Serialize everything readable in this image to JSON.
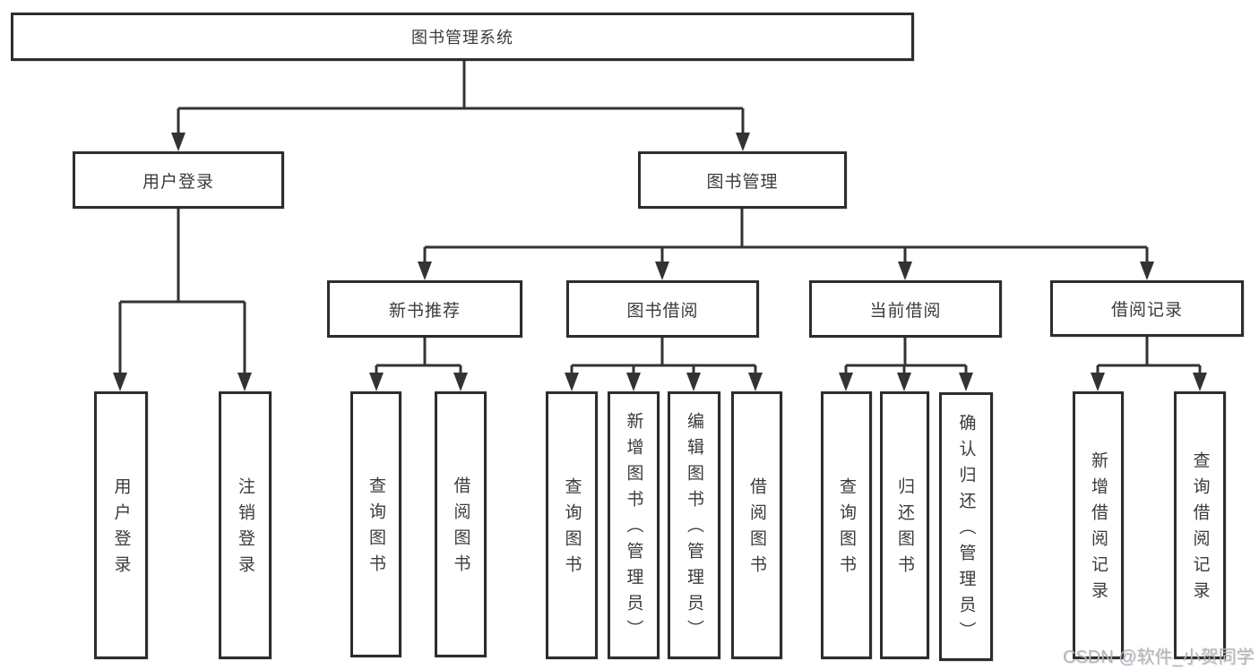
{
  "diagram": {
    "watermark": "CSDN @软件_小贺同学",
    "colors": {
      "background": "#ffffff",
      "line": "#333333",
      "box_border": "#2d2d2d",
      "text": "#3b3b3b",
      "watermark": "#b2b6bd"
    },
    "nodes": {
      "root": {
        "label": "图书管理系统"
      },
      "userLogin": {
        "label": "用户登录"
      },
      "bookMgmt": {
        "label": "图书管理"
      },
      "newBook": {
        "label": "新书推荐"
      },
      "bookBorrow": {
        "label": "图书借阅"
      },
      "currentBorrow": {
        "label": "当前借阅"
      },
      "borrowRecord": {
        "label": "借阅记录"
      },
      "leafUserLogin": {
        "label": "用户登录"
      },
      "leafLogout": {
        "label": "注销登录"
      },
      "nbQuery": {
        "label": "查询图书"
      },
      "nbBorrow": {
        "label": "借阅图书"
      },
      "bbQuery": {
        "label": "查询图书"
      },
      "bbAdd": {
        "label": "新增图书（管理员）"
      },
      "bbEdit": {
        "label": "编辑图书（管理员）"
      },
      "bbBorrow": {
        "label": "借阅图书"
      },
      "cbQuery": {
        "label": "查询图书"
      },
      "cbReturn": {
        "label": "归还图书"
      },
      "cbConfirm": {
        "label": "确认归还（管理员）"
      },
      "brAdd": {
        "label": "新增借阅记录"
      },
      "brQuery": {
        "label": "查询借阅记录"
      }
    }
  }
}
